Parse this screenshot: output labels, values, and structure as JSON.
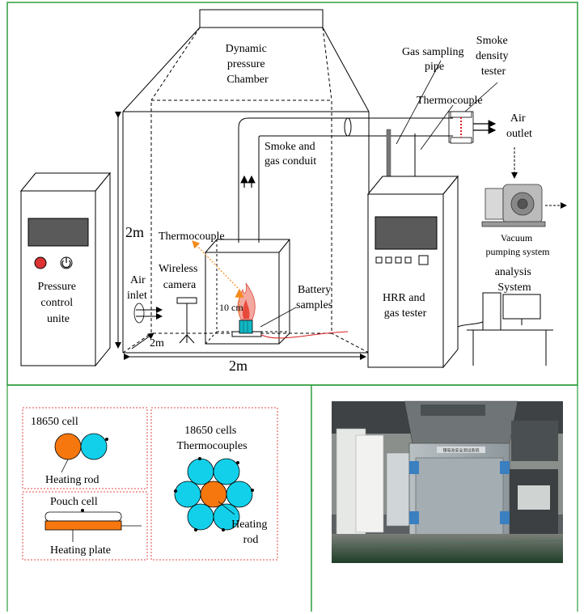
{
  "colors": {
    "panel_border": "#2e9e3e",
    "dashed_box": "#e04848",
    "cell_cyan": "#12d0ea",
    "heating_orange": "#f7770f",
    "thermo_orange": "#f58a1e",
    "sensor_red": "#e02020",
    "machine_gray": "#2a2a2a"
  },
  "schematic": {
    "chamber_label": [
      "Dynamic",
      "pressure",
      "Chamber"
    ],
    "smoke_conduit_label": [
      "Smoke and",
      "gas conduit"
    ],
    "gas_sampling_label": [
      "Gas sampling",
      "pipe"
    ],
    "smoke_density_label": [
      "Smoke",
      "density",
      "tester"
    ],
    "thermocouple_top_label": "Thermocouple",
    "air_outlet_label": [
      "Air",
      "outlet"
    ],
    "vacuum_label": [
      "Vacuum",
      "pumping system"
    ],
    "analysis_label": [
      "analysis",
      "System"
    ],
    "height_label": "2m",
    "thermocouple_mid_label": "Thermocouple",
    "wireless_camera_label": [
      "Wireless",
      "camera"
    ],
    "air_inlet_label": [
      "Air",
      "inlet"
    ],
    "distance_label": "10 cm",
    "battery_label": [
      "Battery",
      "samples"
    ],
    "depth_label": "2m",
    "width_label": "2m",
    "pressure_control_label": [
      "Pressure",
      "control",
      "unite"
    ],
    "hrr_label": [
      "HRR and",
      "gas tester"
    ]
  },
  "cells": {
    "single_cell_label": "18650 cell",
    "heating_rod_label": "Heating rod",
    "pouch_cell_label": "Pouch cell",
    "heating_plate_label": "Heating plate",
    "multi_cells_label": [
      "18650 cells",
      "Thermocouples"
    ],
    "multi_heating_rod_label": [
      "Heating",
      "rod"
    ]
  },
  "photo": {
    "plate_text": "锂电池安全测试系统"
  }
}
